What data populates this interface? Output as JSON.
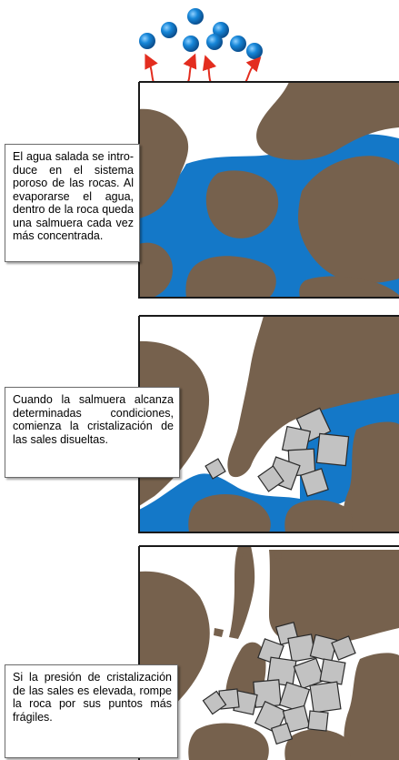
{
  "colors": {
    "rock": "#76614d",
    "brine": "#1478c8",
    "crystal": "#c2c2c2",
    "arrow": "#e32d1f",
    "bubble": "#1686d8",
    "frame": "#1a1a1a"
  },
  "panels": [
    {
      "caption": "El agua salada se intro­duce en el sistema poroso de las rocas. Al evaporarse el agua, dentro de la roca queda una salmuera cada vez más concentrada."
    },
    {
      "caption": "Cuando la salmuera alcanza determinadas condiciones, comienza la cristalización de las sales disueltas."
    },
    {
      "caption": "Si la presión de crista­lización de las sales es elevada, rompe la roca por sus puntos más frágiles."
    }
  ]
}
